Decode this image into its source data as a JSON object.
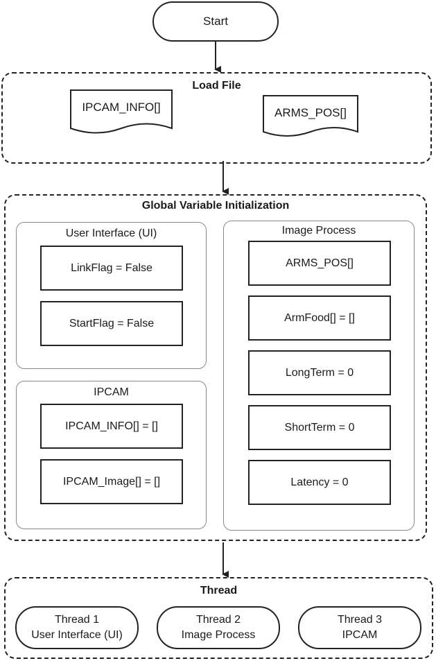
{
  "start": {
    "label": "Start"
  },
  "load_file": {
    "title": "Load File",
    "files": [
      "IPCAM_INFO[]",
      "ARMS_POS[]"
    ]
  },
  "global_init": {
    "title": "Global Variable Initialization",
    "ui": {
      "title": "User Interface (UI)",
      "items": [
        "LinkFlag = False",
        "StartFlag = False"
      ]
    },
    "ipcam": {
      "title": "IPCAM",
      "items": [
        "IPCAM_INFO[] = []",
        "IPCAM_Image[] = []"
      ]
    },
    "image_process": {
      "title": "Image Process",
      "items": [
        "ARMS_POS[]",
        "ArmFood[] = []",
        "LongTerm = 0",
        "ShortTerm = 0",
        "Latency = 0"
      ]
    }
  },
  "thread": {
    "title": "Thread",
    "items": [
      {
        "line1": "Thread 1",
        "line2": "User Interface (UI)"
      },
      {
        "line1": "Thread 2",
        "line2": "Image Process"
      },
      {
        "line1": "Thread 3",
        "line2": "IPCAM"
      }
    ]
  }
}
